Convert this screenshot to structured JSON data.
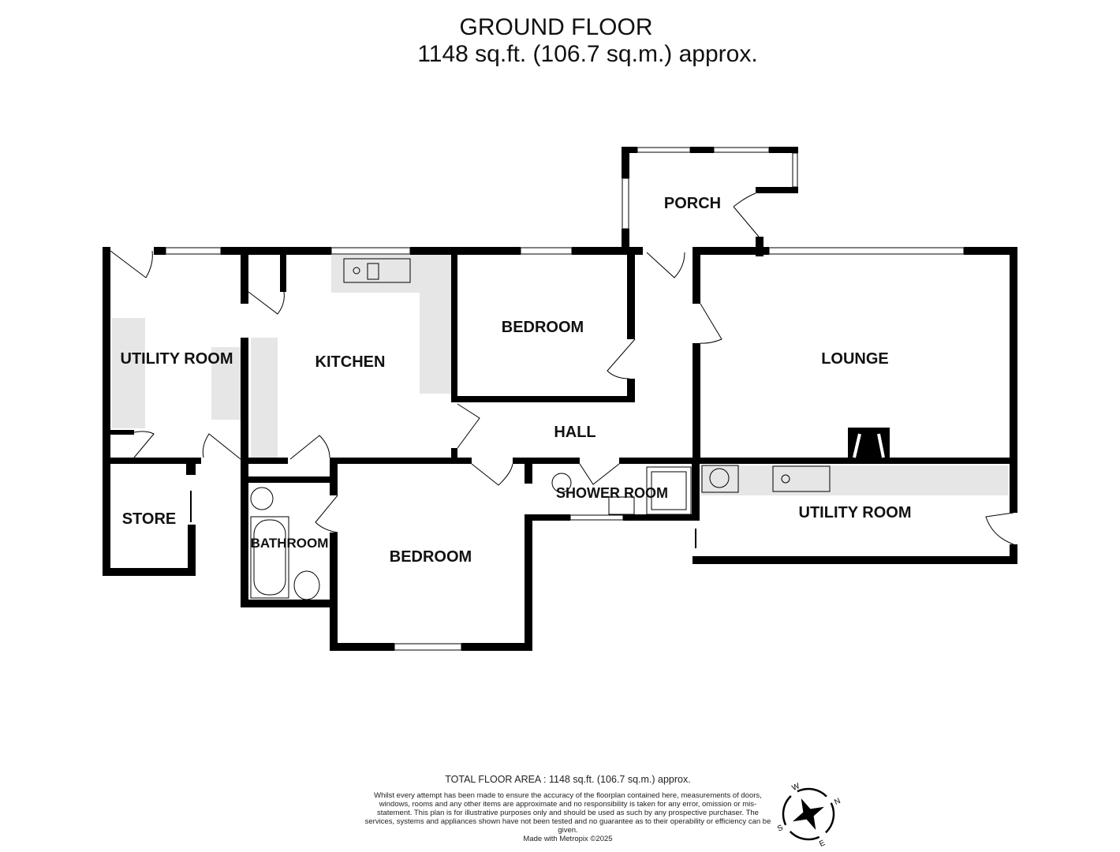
{
  "header": {
    "title": "GROUND FLOOR",
    "area": "1148 sq.ft. (106.7 sq.m.) approx."
  },
  "rooms": {
    "porch": "PORCH",
    "utility_room_1": "UTILITY ROOM",
    "kitchen": "KITCHEN",
    "bedroom_1": "BEDROOM",
    "lounge": "LOUNGE",
    "hall": "HALL",
    "store": "STORE",
    "bathroom": "BATHROOM",
    "bedroom_2": "BEDROOM",
    "shower_room": "SHOWER ROOM",
    "utility_room_2": "UTILITY ROOM"
  },
  "footer": {
    "total": "TOTAL FLOOR AREA : 1148 sq.ft. (106.7 sq.m.) approx.",
    "disclaimer": "Whilst every attempt has been made to ensure the accuracy of the floorplan contained here, measurements of doors, windows, rooms and any other items are approximate and no responsibility is taken for any error, omission or mis-statement. This plan is for illustrative purposes only and should be used as such by any prospective purchaser. The services, systems and appliances shown have not been tested and no guarantee as to their operability or efficiency can be given.",
    "credit": "Made with Metropix ©2025"
  },
  "compass": {
    "labels": [
      "N",
      "E",
      "S",
      "W"
    ],
    "icon": "compass-icon"
  },
  "colors": {
    "wall": "#000000",
    "worktop": "#e6e6e6"
  }
}
